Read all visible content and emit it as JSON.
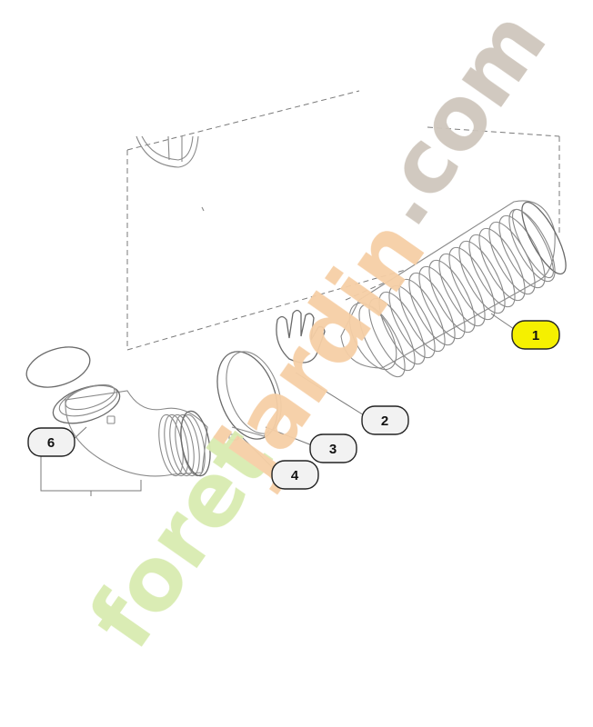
{
  "watermark": {
    "part1": "foret",
    "part2": "jardin",
    "part3": ".com",
    "colors": {
      "foret": "#d8ebb0",
      "jardin": "#f6cfa6",
      "com": "#cfc7bd"
    }
  },
  "callouts": [
    {
      "id": "1",
      "label": "1",
      "highlight": true
    },
    {
      "id": "2",
      "label": "2",
      "highlight": false
    },
    {
      "id": "3",
      "label": "3",
      "highlight": false
    },
    {
      "id": "4",
      "label": "4",
      "highlight": false
    },
    {
      "id": "6",
      "label": "6",
      "highlight": false
    }
  ],
  "colors": {
    "highlight": "#f5f000",
    "callout_fill": "#f2f2f2",
    "line": "#8a8a8a"
  }
}
